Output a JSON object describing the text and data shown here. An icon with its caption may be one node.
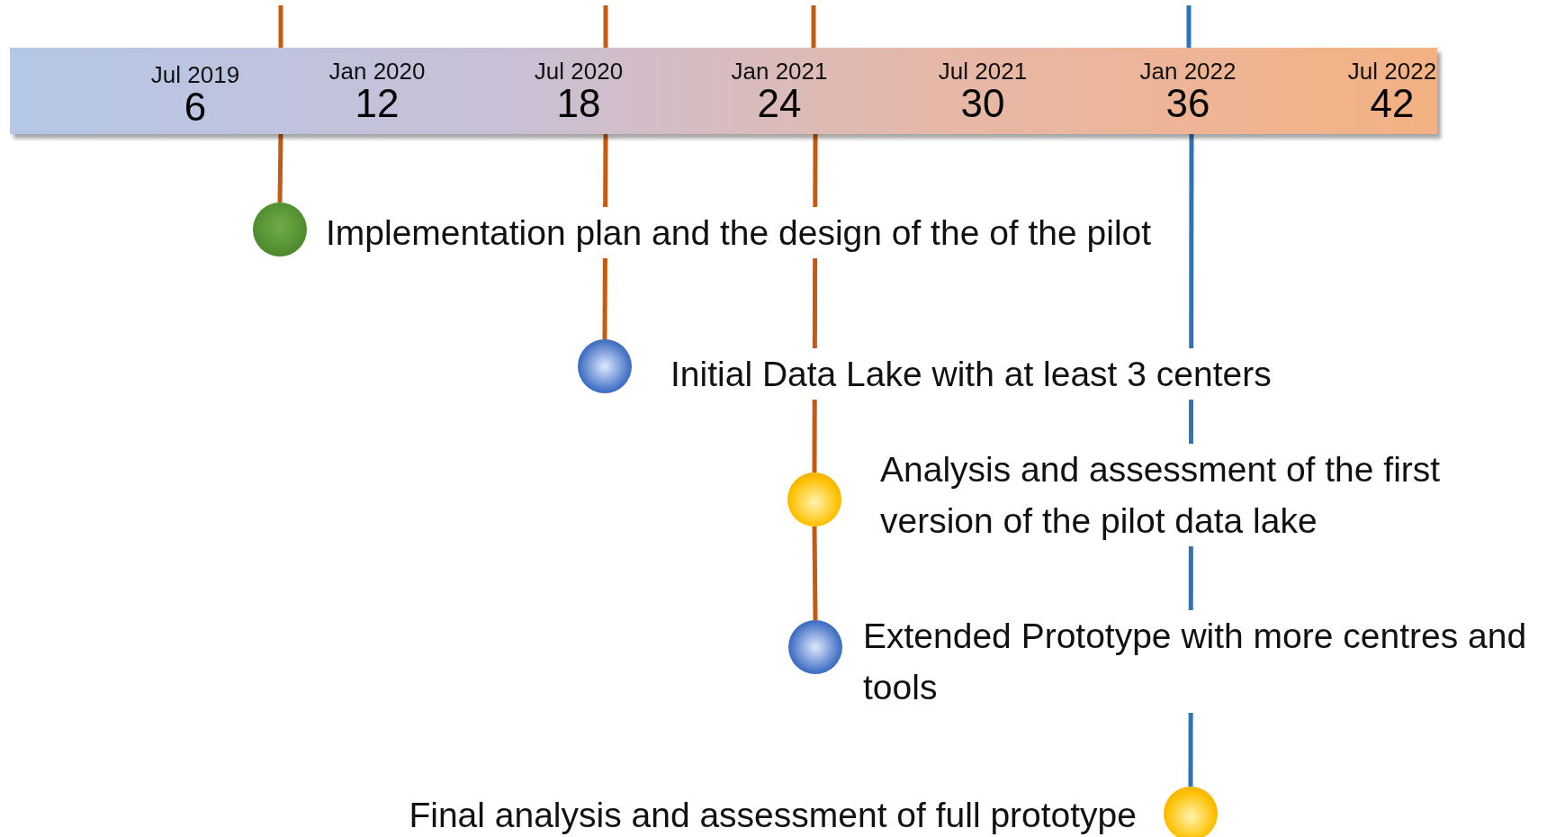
{
  "diagram": {
    "nodes": [
      {
        "text": [
          "Jul 2019",
          "6",
          "Jan 2020",
          "12",
          "Jul 2020",
          "18",
          "Jan 2021",
          "24",
          "Jul 2021",
          "30",
          "Jan 2022",
          "36",
          "Jul 2022",
          "42"
        ]
      },
      {
        "text": [],
        "shape": "circle",
        "beside": [
          "Implementation plan and the design of the of the pilot"
        ]
      },
      {
        "text": [],
        "shape": "circle",
        "beside": [
          "Initial Data Lake with at least 3 centers"
        ]
      },
      {
        "text": [],
        "shape": "circle",
        "beside": [
          "Analysis and assessment of the first version of the pilot data lake"
        ]
      },
      {
        "text": [],
        "shape": "circle",
        "beside": [
          "Extended Prototype with more centres and tools"
        ]
      },
      {
        "text": [],
        "shape": "circle",
        "beside": [
          "Final analysis and assessment of full prototype"
        ]
      }
    ],
    "edges": [
      {
        "from": 0,
        "to": 1,
        "arrow": "none"
      },
      {
        "from": 0,
        "to": 2,
        "arrow": "none"
      },
      {
        "from": 0,
        "to": 3,
        "arrow": "none"
      },
      {
        "from": 3,
        "to": 4,
        "arrow": "none"
      },
      {
        "from": 0,
        "to": 5,
        "arrow": "none",
        "color": "#2e75b6"
      }
    ]
  }
}
